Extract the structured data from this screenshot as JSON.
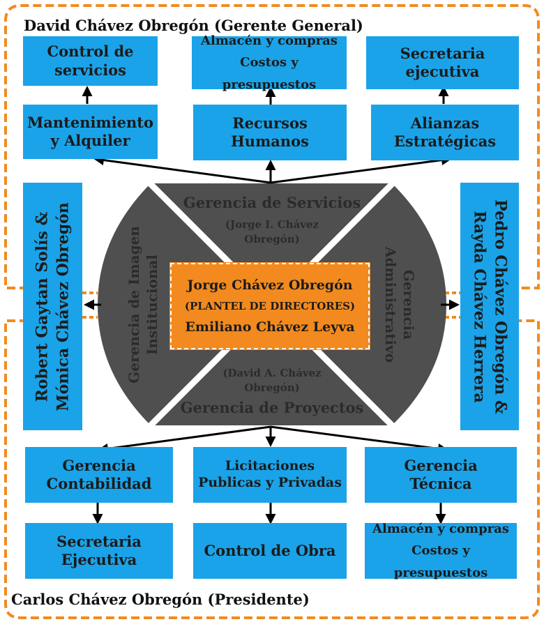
{
  "top_title": "David Chávez Obregón (Gerente General)",
  "bottom_title": "Carlos Chávez Obregón (Presidente)",
  "top_row1": [
    {
      "lines": [
        "Control de",
        "servicios"
      ]
    },
    {
      "lines": [
        "Almacén y compras",
        "Costos y presupuestos"
      ]
    },
    {
      "lines": [
        "Secretaria",
        "ejecutiva"
      ]
    }
  ],
  "top_row2": [
    {
      "lines": [
        "Mantenimiento",
        "y Alquiler"
      ]
    },
    {
      "lines": [
        "Recursos",
        "Humanos"
      ]
    },
    {
      "lines": [
        "Alianzas",
        "Estratégicas"
      ]
    }
  ],
  "left_side": {
    "lines": [
      "Robert Gaytan Solís &",
      "Mónica Chávez Obregón"
    ]
  },
  "right_side": {
    "lines": [
      "Pedro Chávez Obregón &",
      "Rayda Chávez Herrera"
    ]
  },
  "gerencias": {
    "servicios": {
      "title": "Gerencia de Servicios",
      "person": [
        "(Jorge I. Chávez",
        "Obregón)"
      ]
    },
    "proyectos": {
      "title": "Gerencia de Proyectos",
      "person": [
        "(David A. Chávez",
        "Obregón)"
      ]
    },
    "imagen": {
      "lines": [
        "Gerencia de Imagen",
        "Institucional"
      ]
    },
    "administrativo": {
      "lines": [
        "Gerencia",
        "Administrativo"
      ]
    }
  },
  "center": {
    "name1": "Jorge Chávez Obregón",
    "board": "(PLANTEL DE DIRECTORES)",
    "name2": "Emiliano Chávez Leyva"
  },
  "bottom_row1": [
    {
      "lines": [
        "Gerencia",
        "Contabilidad"
      ]
    },
    {
      "lines": [
        "Licitaciones",
        "Publicas y Privadas"
      ]
    },
    {
      "lines": [
        "Gerencia",
        "Técnica"
      ]
    }
  ],
  "bottom_row2": [
    {
      "lines": [
        "Secretaria",
        "Ejecutiva"
      ]
    },
    {
      "lines": [
        "Control de Obra"
      ]
    },
    {
      "lines": [
        "Almacén y compras",
        "Costos y presupuestos"
      ]
    }
  ],
  "colors": {
    "box_blue": "#1aa3e8",
    "orange": "#f28a1f",
    "dark_gray": "#4f4f4f",
    "text_dark": "#1b1b1b"
  }
}
